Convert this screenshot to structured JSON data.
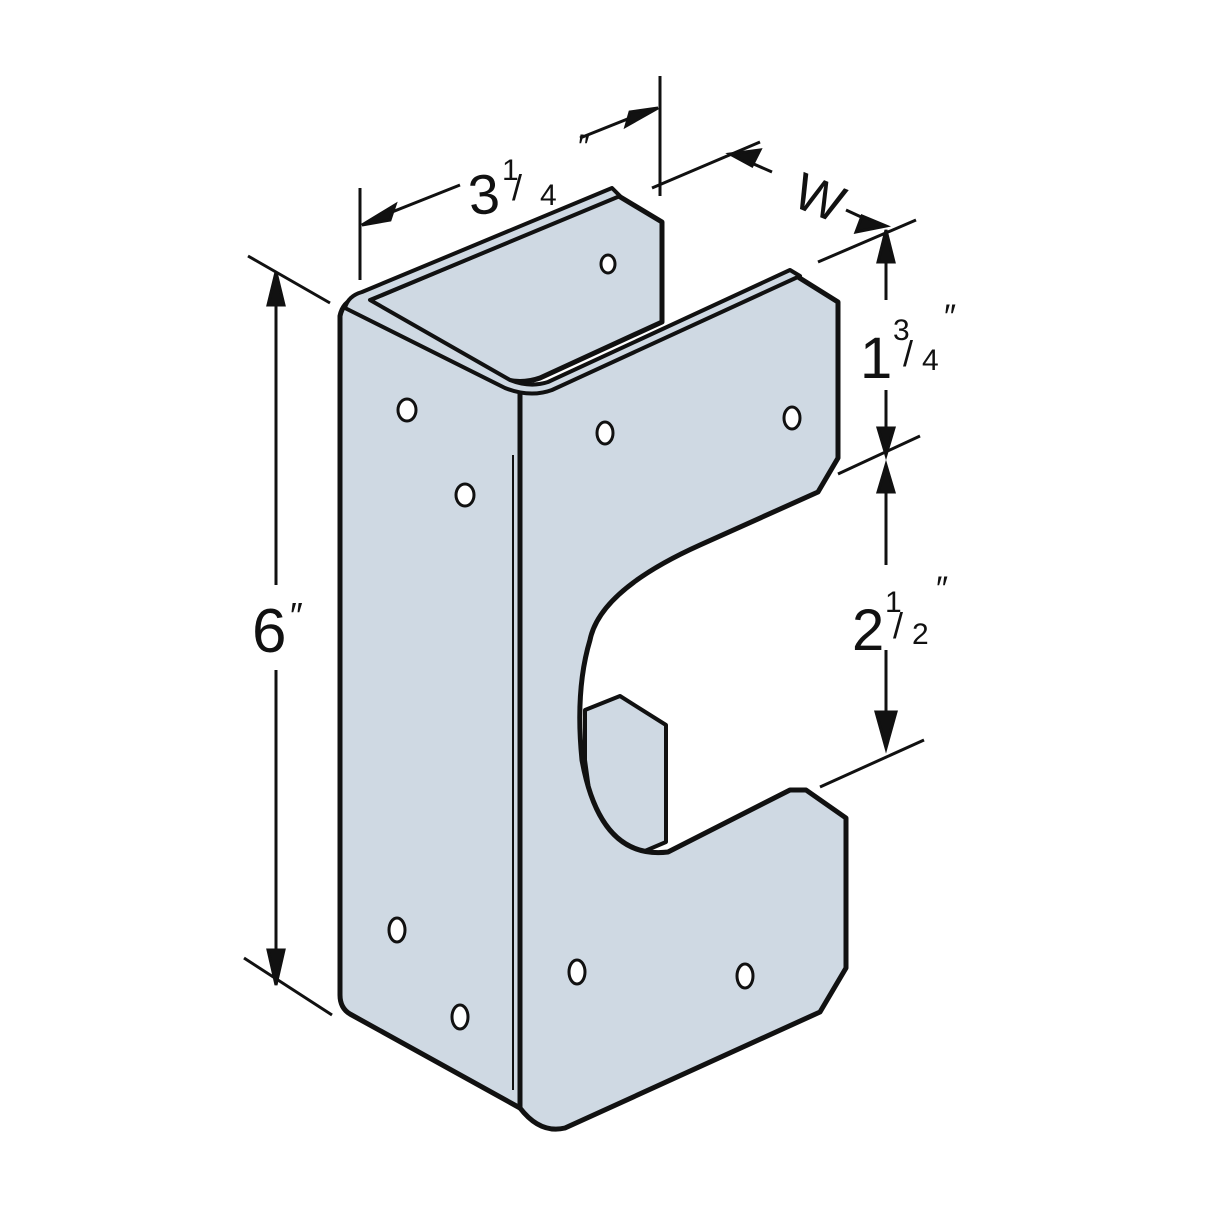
{
  "diagram": {
    "subject": "U-shaped metal bracket with C-cutout",
    "colors": {
      "metal_fill": "#cfd9e3",
      "outline": "#111111",
      "background": "#ffffff"
    },
    "dimensions": {
      "width_top": {
        "whole": "3",
        "frac_num": "1",
        "frac_den": "4",
        "unit": "″"
      },
      "depth": {
        "label": "W"
      },
      "height": {
        "whole": "6",
        "unit": "″"
      },
      "top_to_cutout": {
        "whole": "1",
        "frac_num": "3",
        "frac_den": "4",
        "unit": "″"
      },
      "cutout_height": {
        "whole": "2",
        "frac_num": "1",
        "frac_den": "2",
        "unit": "″"
      }
    }
  }
}
